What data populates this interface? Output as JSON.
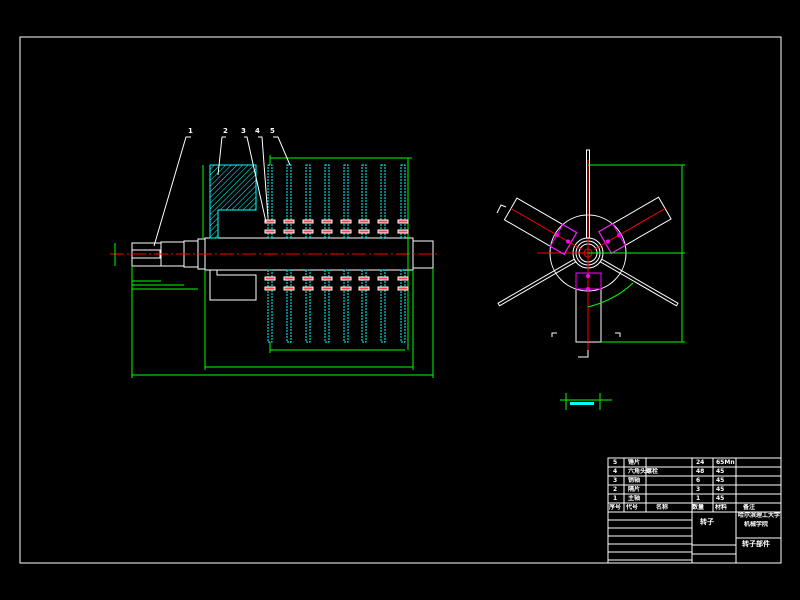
{
  "drawing": {
    "colors": {
      "background": "#000000",
      "outline": "#ffffff",
      "dimension": "#00ff00",
      "hatch": "#00ffff",
      "centerline": "#ff0000",
      "hammer": "#ff00ff"
    },
    "balloons": [
      "1",
      "2",
      "3",
      "4",
      "5"
    ]
  },
  "title_block": {
    "parts": [
      {
        "no": "5",
        "name": "锤片",
        "qty": "24",
        "material": "65Mn"
      },
      {
        "no": "4",
        "name": "六角头螺栓",
        "qty": "48",
        "material": "45"
      },
      {
        "no": "3",
        "name": "销轴",
        "qty": "6",
        "material": "45"
      },
      {
        "no": "2",
        "name": "隔片",
        "qty": "3",
        "material": "45"
      },
      {
        "no": "1",
        "name": "主轴",
        "qty": "1",
        "material": "45"
      }
    ],
    "headers": {
      "no": "序号",
      "code": "代号",
      "name": "名称",
      "qty": "数量",
      "material": "材料",
      "remark": "备注"
    },
    "part_name": "转子",
    "school": "哈尔滨理工大学",
    "dept": "机械学院",
    "drawing_name": "转子部件"
  }
}
